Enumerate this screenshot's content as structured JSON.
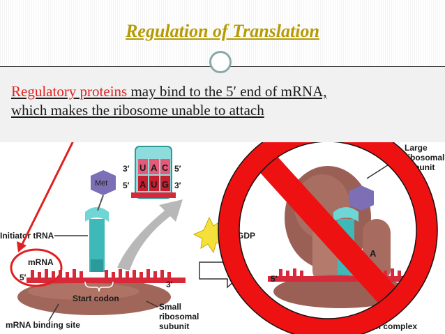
{
  "title": "Regulation of Translation",
  "body": {
    "highlight": "Regulatory proteins",
    "line1_rest": " may bind to the 5′ end of mRNA,",
    "line2": "which makes the ribosome unable to attach"
  },
  "diagram": {
    "large_subunit_label": "Large",
    "large_subunit_label2": "ribosomal",
    "large_subunit_label3": "subunit",
    "codon_3": "3′",
    "codon_5_top": "5′",
    "codon_5_bottom": "5′",
    "codon_3_bottom": "3′",
    "anticodon": [
      "U",
      "A",
      "C"
    ],
    "codon": [
      "A",
      "U",
      "G"
    ],
    "met_label": "Met",
    "initiator_trna_label": "Initiator tRNA",
    "mrna_label": "mRNA",
    "mrna_5_prime": "5′",
    "mrna_3_prime": "3′",
    "start_codon_label": "Start codon",
    "small_subunit_label": "Small",
    "small_subunit_label2": "ribosomal",
    "small_subunit_label3": "subunit",
    "mrna_binding_site_label": "mRNA binding site",
    "gdp_label": "GDP",
    "right_5_prime": "5′",
    "site_a_label": "A",
    "initiation_complex_label": "lation complex"
  },
  "colors": {
    "title": "#b59a00",
    "highlight": "#e02020",
    "prohibition": "#ee1111",
    "ribosome": "#a0665a",
    "trna": "#3fb8b8",
    "mrna": "#d8293a",
    "met": "#7d6fb5"
  }
}
